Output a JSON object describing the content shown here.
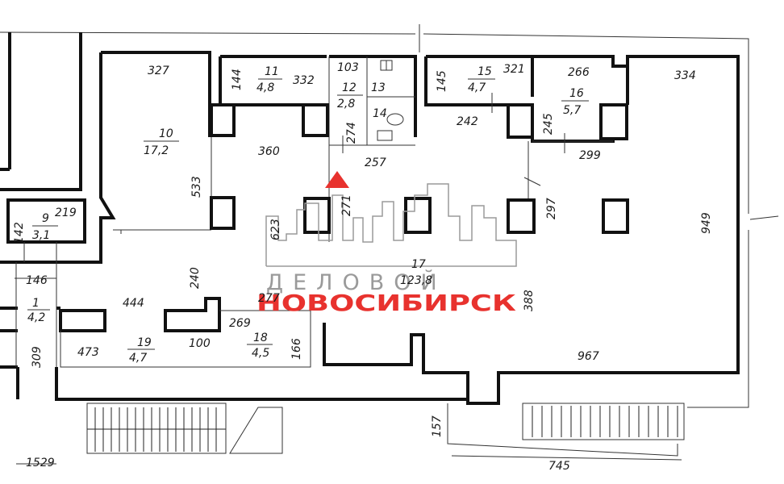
{
  "rooms": {
    "r1": {
      "num": "1",
      "area": "4,2"
    },
    "r9": {
      "num": "9",
      "area": "3,1"
    },
    "r10": {
      "num": "10",
      "area": "17,2"
    },
    "r11": {
      "num": "11",
      "area": "4,8"
    },
    "r12": {
      "num": "12",
      "area": "2,8"
    },
    "r13": {
      "num": "13"
    },
    "r14": {
      "num": "14"
    },
    "r15": {
      "num": "15",
      "area": "4,7"
    },
    "r16": {
      "num": "16",
      "area": "5,7"
    },
    "r17": {
      "num": "17",
      "area": "123,8"
    },
    "r18": {
      "num": "18",
      "area": "4,5"
    },
    "r19": {
      "num": "19",
      "area": "4,7"
    }
  },
  "dimensions": {
    "d327": "327",
    "d533": "533",
    "d144": "144",
    "d332": "332",
    "d103": "103",
    "d274": "274",
    "d145": "145",
    "d321": "321",
    "d266": "266",
    "d334": "334",
    "d245": "245",
    "d242": "242",
    "d299": "299",
    "d360": "360",
    "d257": "257",
    "d271": "271",
    "d297": "297",
    "d623": "623",
    "d949": "949",
    "d219": "219",
    "d142": "142",
    "d146": "146",
    "d240": "240",
    "d444": "444",
    "d277": "277",
    "d269": "269",
    "d388": "388",
    "d309": "309",
    "d473": "473",
    "d100": "100",
    "d166": "166",
    "d967": "967",
    "d157": "157",
    "d1529": "1529",
    "d745": "745"
  },
  "watermark": {
    "line1": "ДЕЛОВОЙ",
    "line2": "НОВОСИБИРСК",
    "accent_color": "#e8322e",
    "gray_color": "#9a9a9a"
  }
}
